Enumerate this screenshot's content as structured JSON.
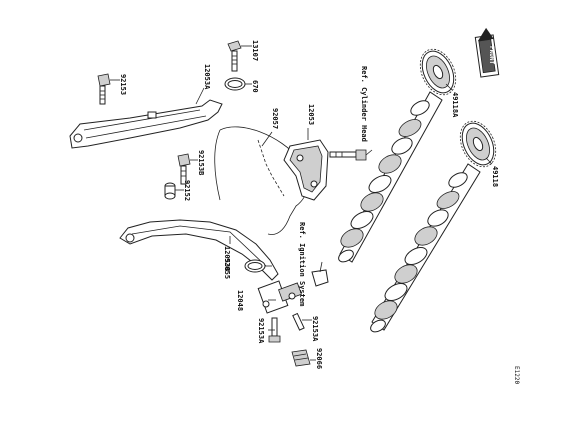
{
  "labels": {
    "p13107": "13107",
    "p670": "670",
    "p92153": "92153",
    "p12053A": "12053A",
    "p92057": "92057",
    "p12053": "12053",
    "pRefCyl": "Ref. Cylinder Head",
    "p49118A": "49118A",
    "p49118": "49118",
    "p92153B": "92153B",
    "p92152": "92152",
    "p12053B": "12053B",
    "pRefIgn": "Ref. Ignition System",
    "p92055": "92055",
    "p12048": "12048",
    "p92153A_left": "92153A",
    "p92153A_right": "92153A",
    "p92066": "92066",
    "front": "FRONT",
    "code": "E1220"
  }
}
